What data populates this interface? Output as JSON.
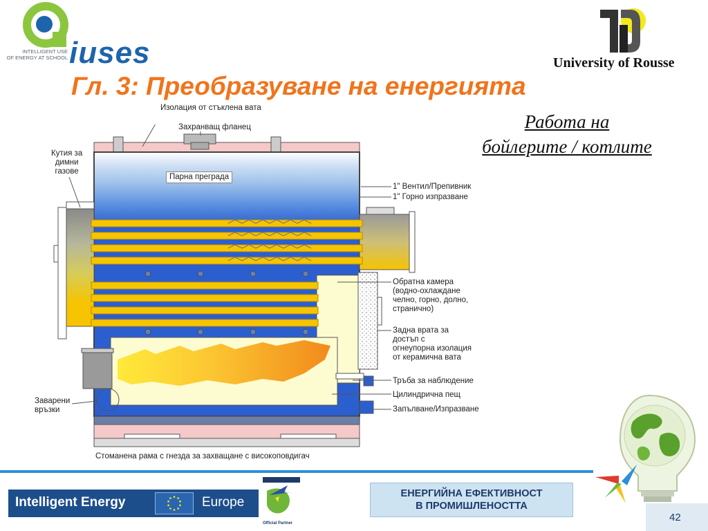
{
  "header": {
    "logo_left_tagline_line1": "INTELLIGENT USE",
    "logo_left_tagline_line2": "OF ENERGY AT SCHOOL",
    "logo_left_word": "iuses",
    "university": "University of Rousse"
  },
  "slide": {
    "title": "Гл. 3: Преобразуване на енергията",
    "subtitle_line1": "Работа на ",
    "subtitle_line2": "бойлерите / котлите"
  },
  "diagram": {
    "labels": {
      "insulation": "Изолация от стъклена вата",
      "flange": "Захранващ фланец",
      "steam_barrier": "Парна преграда",
      "smoke_box_1": "Кутия за",
      "smoke_box_2": "димни",
      "smoke_box_3": "газове",
      "valve": "1\" Вентил/Препивник",
      "top_drain": "1\" Горно изпразване",
      "rev_chamber_1": "Обратна камера",
      "rev_chamber_2": "(водно-охлаждане",
      "rev_chamber_3": "челно, горно, долно,",
      "rev_chamber_4": "странично)",
      "rear_door_1": "Задна врата за",
      "rear_door_2": "достъп с",
      "rear_door_3": "огнеупорна изолация",
      "rear_door_4": "от керамична вата",
      "sight_tube": "Тръба за наблюдение",
      "furnace": "Цилиндрична пещ",
      "fill_drain": "Запълване/Изпразване",
      "welded_1": "Заварени",
      "welded_2": "връзки",
      "frame": "Стоманена рама с гнезда за захващане с високоповдигач"
    }
  },
  "footer": {
    "ie_left": "Intelligent Energy",
    "ie_right": "Europe",
    "official_partner": "Official Partner",
    "ee_line1": "ЕНЕРГИЙНА ЕФЕКТИВНОСТ",
    "ee_line2": "В ПРОМИШЛЕНОСТТА",
    "page_number": "42"
  },
  "colors": {
    "title_orange": "#f0741c",
    "iuses_blue": "#1e64ad",
    "water_blue": "#2b5fd0",
    "tube_yellow": "#f6c400",
    "footer_blue": "#2e8fd8"
  }
}
